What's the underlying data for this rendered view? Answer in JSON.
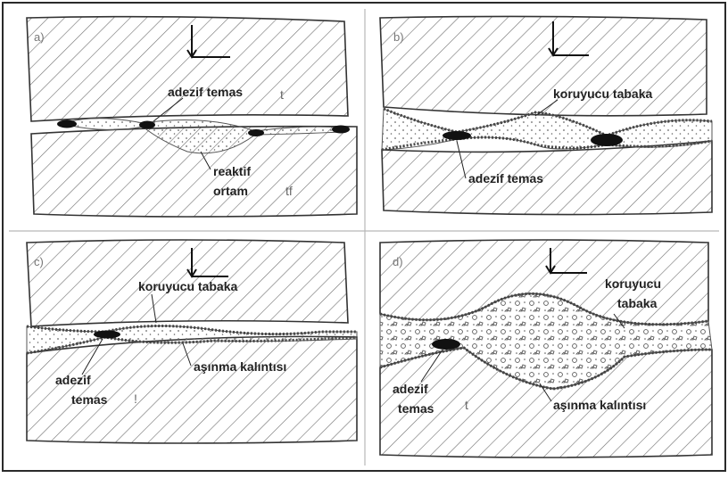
{
  "panels": [
    {
      "letter": "a)",
      "labels": [
        "adezif temas",
        "reaktif",
        "ortam"
      ]
    },
    {
      "letter": "b)",
      "labels": [
        "koruyucu tabaka",
        "adezif temas"
      ]
    },
    {
      "letter": "c)",
      "labels": [
        "koruyucu tabaka",
        "adezif",
        "temas",
        "aşınma kalıntısı"
      ]
    },
    {
      "letter": "d)",
      "labels": [
        "koruyucu",
        "tabaka",
        "adezif",
        "temas",
        "aşınma kalıntısı"
      ]
    }
  ],
  "colors": {
    "frame": "#2a2a2a",
    "hatch": "#6f6f6f",
    "contact": "#111111",
    "divider": "#b8b8b8"
  }
}
